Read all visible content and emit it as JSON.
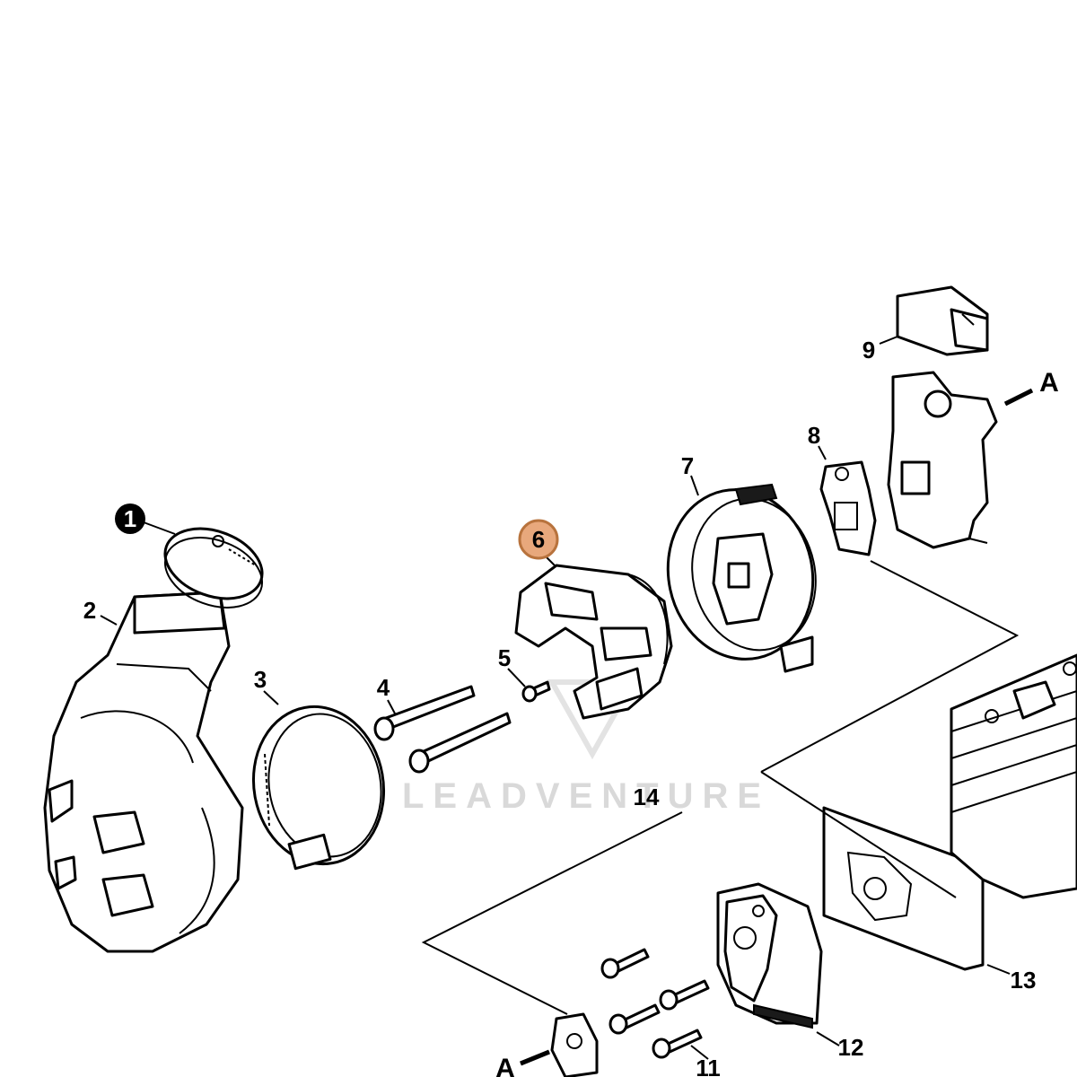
{
  "callouts": {
    "c1": "1",
    "c2": "2",
    "c3": "3",
    "c4": "4",
    "c5": "5",
    "c6": "6",
    "c7": "7",
    "c8": "8",
    "c9": "9",
    "c11": "11",
    "c12": "12",
    "c13": "13",
    "c14": "14",
    "ref_a_top": "A",
    "ref_a_bottom": "A"
  },
  "watermark": "LEADVENTURE",
  "colors": {
    "highlight_fill": "#e8a87c",
    "highlight_stroke": "#b8733d",
    "filled_badge": "#000000"
  }
}
